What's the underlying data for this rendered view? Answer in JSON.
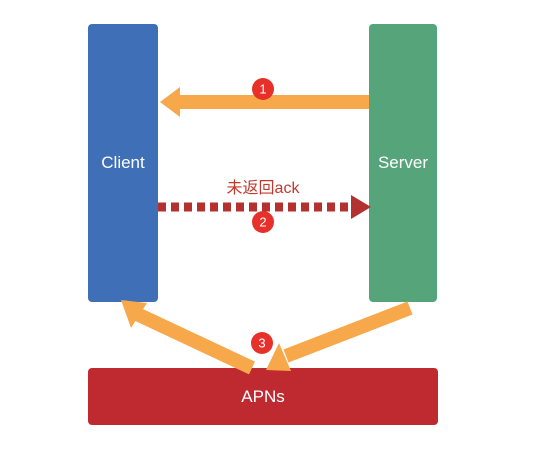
{
  "nodes": {
    "client": {
      "label": "Client",
      "color": "#3e6fb7"
    },
    "server": {
      "label": "Server",
      "color": "#56a57a"
    },
    "apns": {
      "label": "APNs",
      "color": "#bf2a31"
    }
  },
  "edges": {
    "step1": {
      "badge": "1",
      "from": "Server",
      "to": "Client",
      "style": "solid",
      "color": "#f7a84a"
    },
    "step2": {
      "badge": "2",
      "label": "未返回ack",
      "from": "Client",
      "to": "Server",
      "style": "dashed",
      "color": "#b3312f"
    },
    "step3": {
      "badge": "3",
      "path": [
        "Server",
        "APNs",
        "Client"
      ],
      "style": "solid",
      "color": "#f7a84a"
    }
  },
  "colors": {
    "badge": "#e8302b",
    "ack_label": "#c0392b"
  }
}
